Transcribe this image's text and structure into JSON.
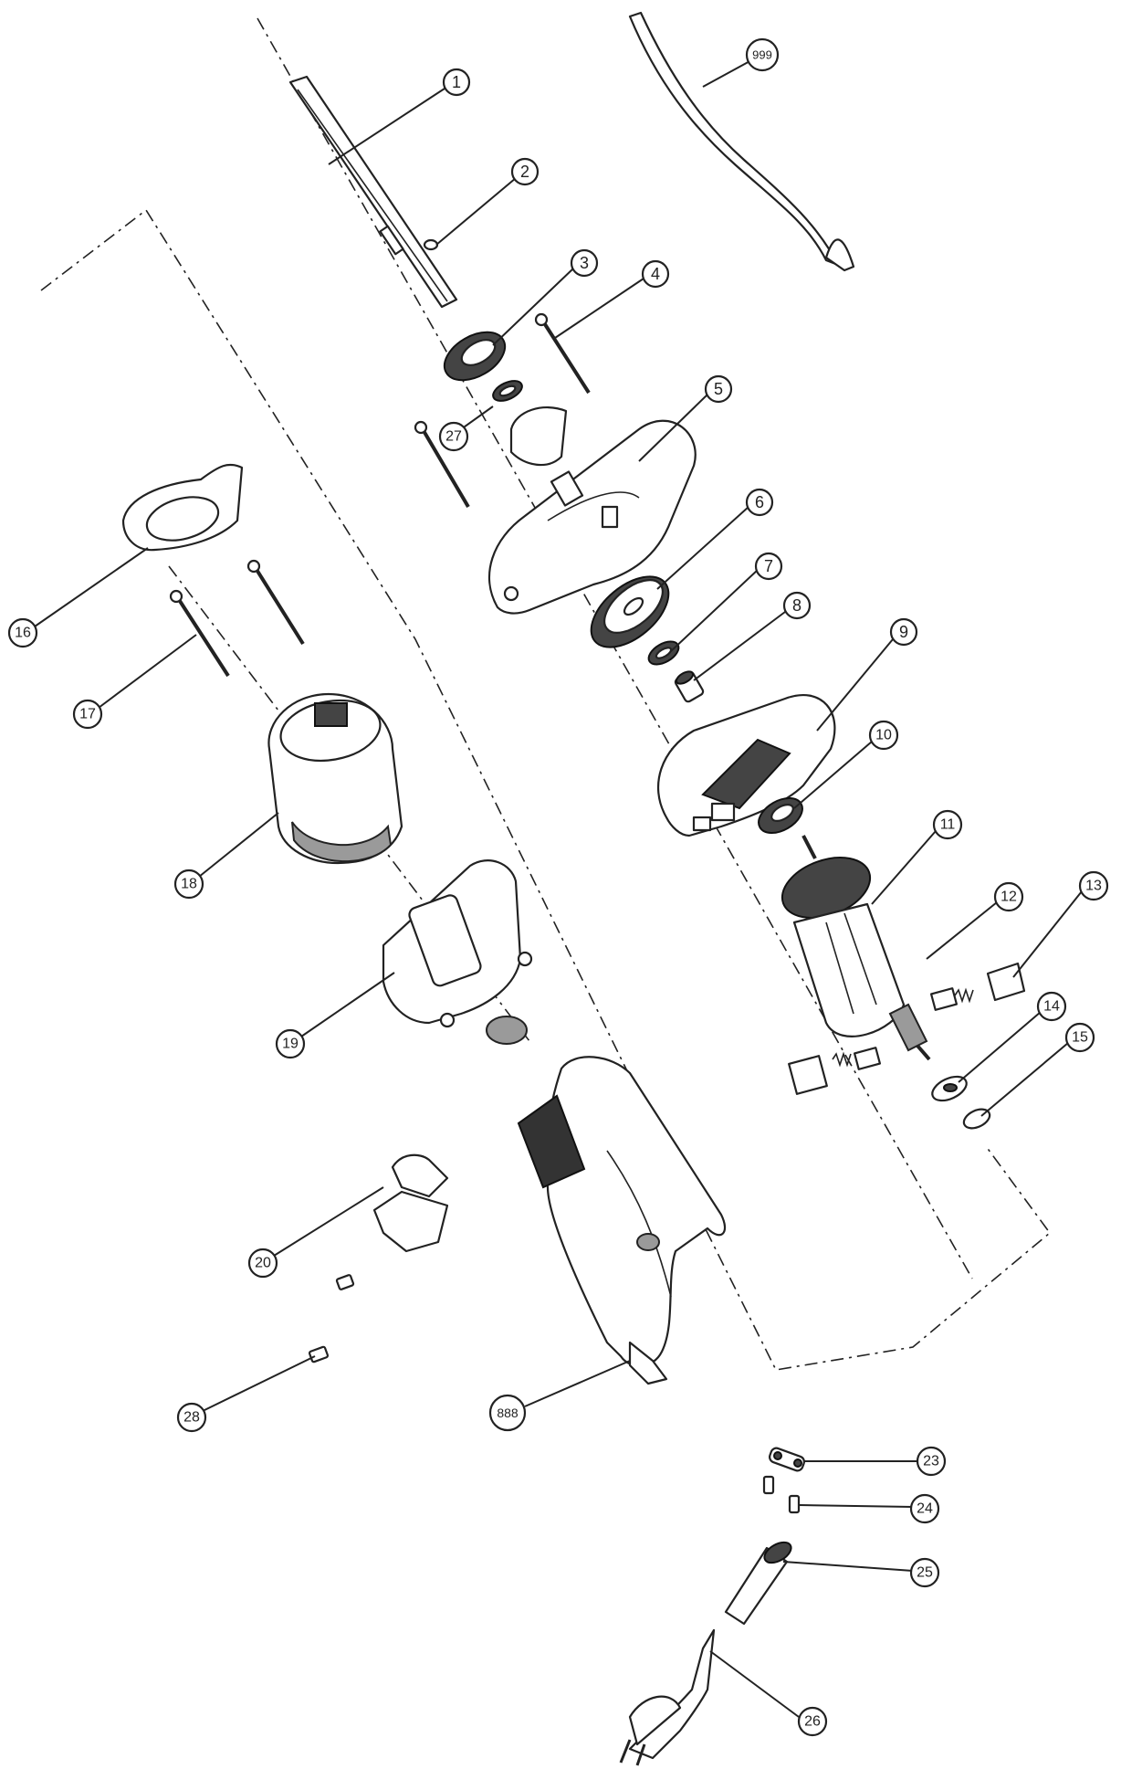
{
  "callouts": {
    "c1": "1",
    "c2": "2",
    "c3": "3",
    "c4": "4",
    "c5": "5",
    "c6": "6",
    "c7": "7",
    "c8": "8",
    "c9": "9",
    "c10": "10",
    "c11": "11",
    "c12": "12",
    "c13": "13",
    "c14": "14",
    "c15": "15",
    "c16": "16",
    "c17": "17",
    "c18": "18",
    "c19": "19",
    "c20": "20",
    "c23": "23",
    "c24": "24",
    "c25": "25",
    "c26": "26",
    "c27": "27",
    "c28": "28",
    "c888": "888",
    "c999": "999"
  }
}
